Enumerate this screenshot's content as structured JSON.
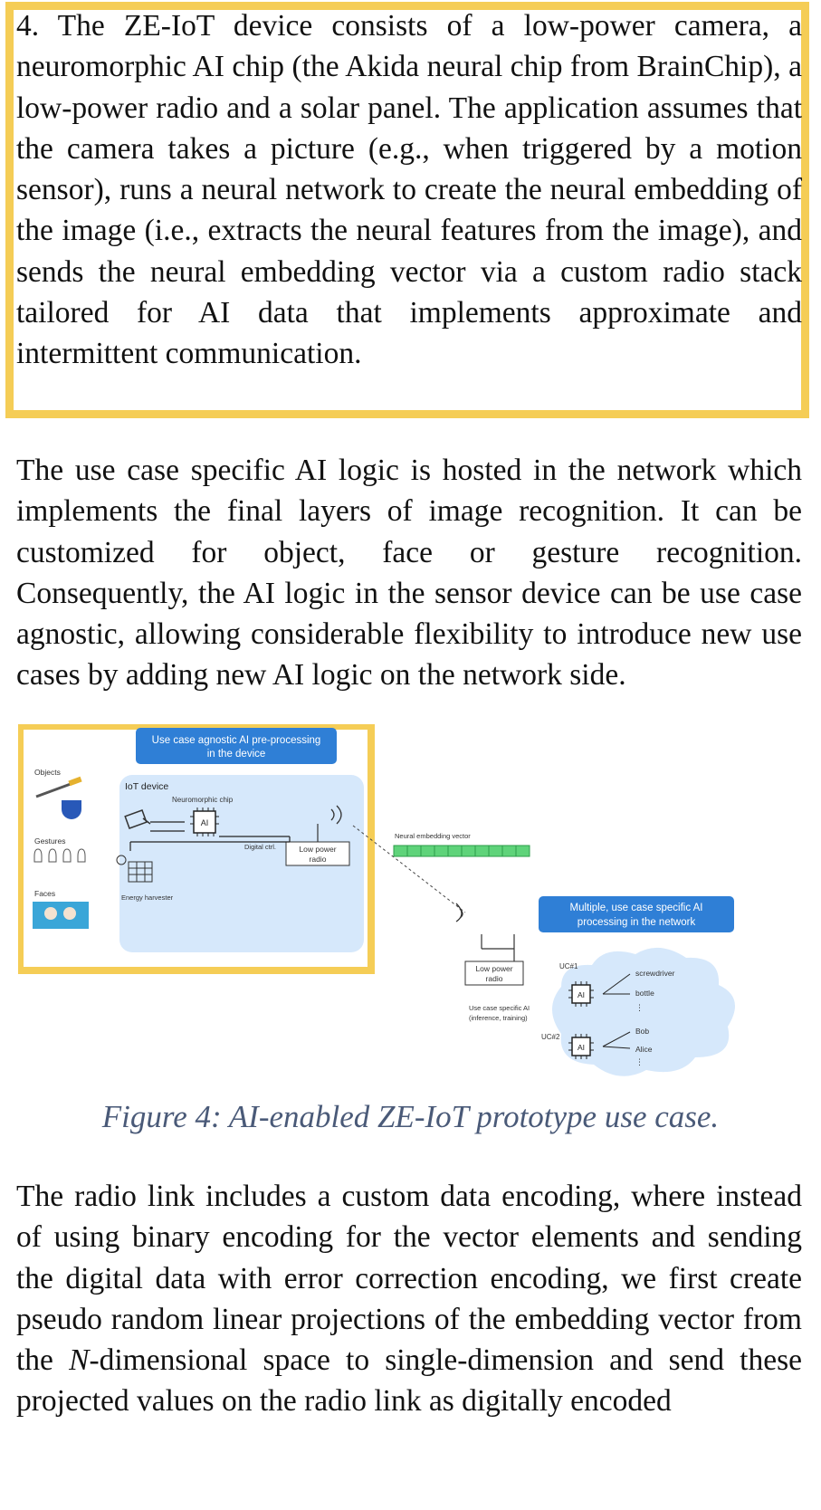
{
  "para1": "4. The ZE-IoT device consists of a low-power camera, a neuromorphic AI chip (the Akida neural chip from BrainChip), a low-power radio and a solar panel. The application assumes that the camera takes a picture (e.g., when triggered by a motion sensor), runs a neural network to create the neural embedding of the image (i.e., extracts the neural features from the image), and sends the neural embedding vector via a custom radio stack tailored for AI data that implements approximate and intermittent communication.",
  "para2": "The use case specific AI logic is hosted in the network which implements the final layers of image recognition. It can be customized for object, face or gesture recognition. Consequently, the AI logic in the sensor device can be use case agnostic, allowing considerable flexibility to introduce new use cases by adding new AI logic on the network side.",
  "para3_part1": "The radio link includes a custom data encoding, where instead of using binary encoding for the vector elements and sending the digital data with error correction encoding, we first create pseudo random linear projections of the embedding vector from the ",
  "para3_var": "N",
  "para3_part2": "-dimensional space to single-dimension and send these projected values on the radio link as digitally encoded",
  "caption": "Figure 4: AI-enabled ZE-IoT prototype use case.",
  "figure": {
    "banner_left_line1": "Use case agnostic AI pre-processing",
    "banner_left_line2": "in the device",
    "banner_right_line1": "Multiple, use case specific AI",
    "banner_right_line2": "processing in the network",
    "objects": "Objects",
    "gestures": "Gestures",
    "faces": "Faces",
    "iot_device": "IoT device",
    "neuro_chip": "Neuromorphic chip",
    "ai_chip": "AI",
    "digital_ctrl": "Digital ctrl.",
    "lp_radio_line1": "Low power",
    "lp_radio_line2": "radio",
    "energy": "Energy harvester",
    "neural_vector": "Neural embedding vector",
    "net_radio_line1": "Low power",
    "net_radio_line2": "radio",
    "uc_ai_line1": "Use case specific AI",
    "uc_ai_line2": "(inference, training)",
    "uc1": "UC#1",
    "uc2": "UC#2",
    "screwdriver": "screwdriver",
    "bottle": "bottle",
    "bob": "Bob",
    "alice": "Alice",
    "ellipsis1": "⋮",
    "ellipsis2": "⋮"
  },
  "colors": {
    "highlight": "#f5cd56",
    "banner_blue": "#2f7fd6",
    "device_bg": "#d6e8fb",
    "cloud_bg": "#d6e8fb",
    "vector_green": "#5fd37a",
    "caption": "#4a5a78"
  }
}
